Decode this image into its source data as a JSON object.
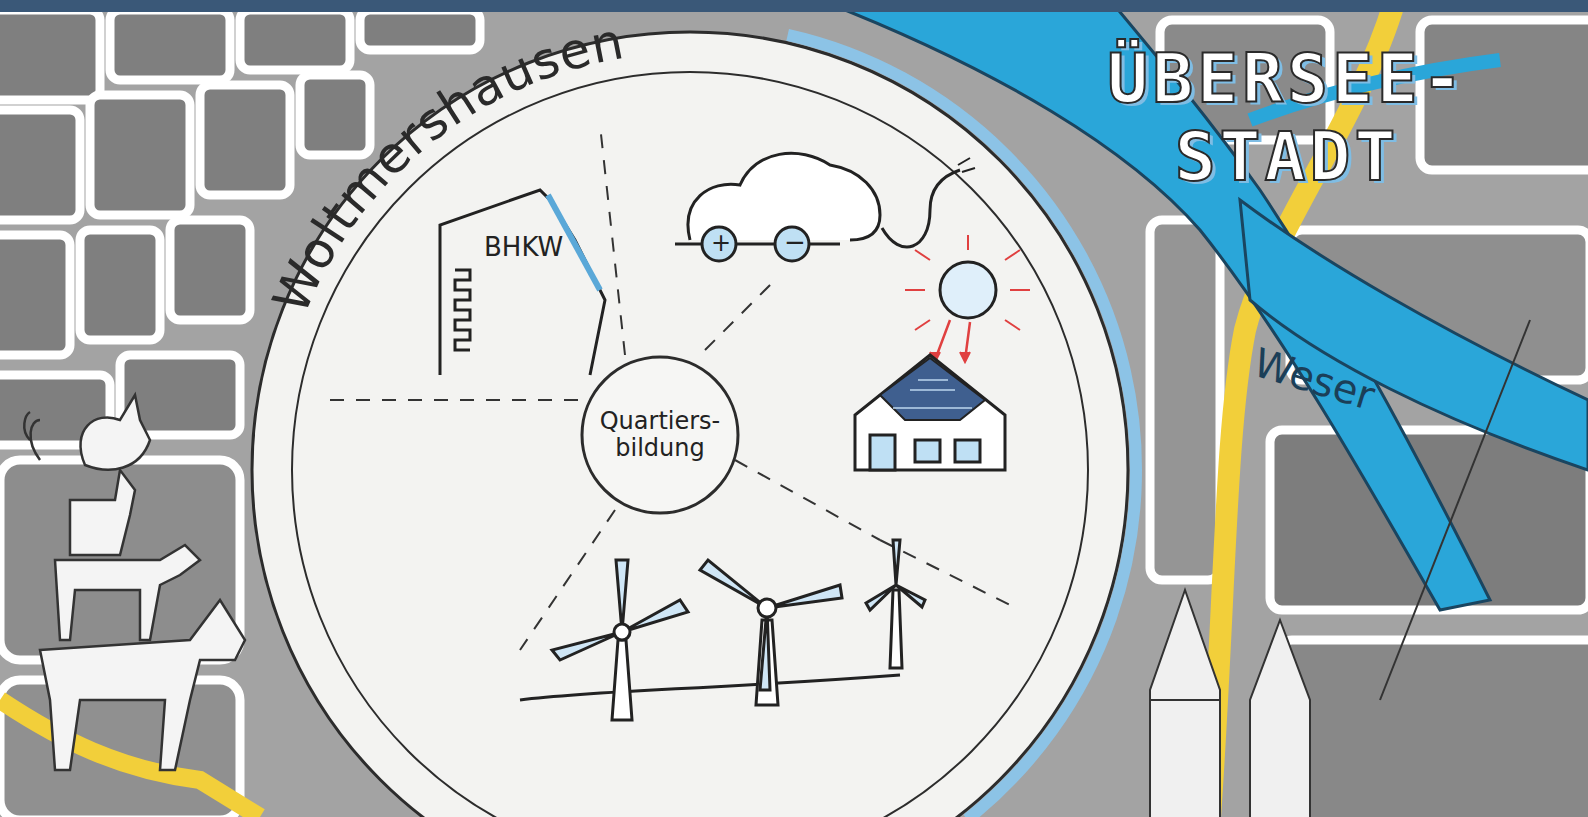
{
  "diagram": {
    "nodes": [
      {
        "text": [
          "Woltmershausen"
        ]
      },
      {
        "text": [
          "Quartiers- bildung"
        ],
        "in": 0
      }
    ],
    "labels": [
      "BHKW",
      "ÜBERSEE- STADT",
      "Weser",
      "+",
      "−"
    ]
  }
}
